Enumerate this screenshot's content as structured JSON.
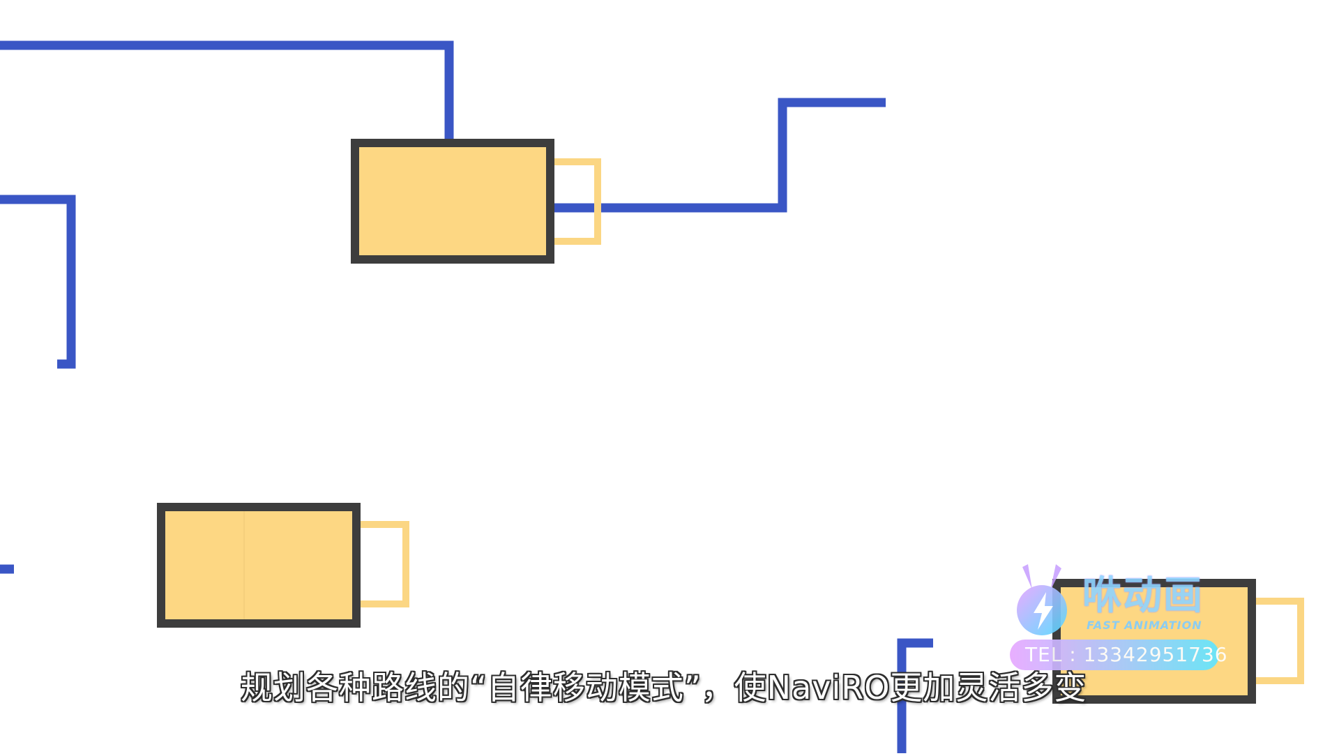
{
  "subtitle": "规划各种路线的“自律移动模式”，使NaviRO更加灵活多变",
  "watermark": {
    "brand": "咻动画",
    "brand_en": "FAST ANIMATION",
    "tel": "TEL : 13342951736"
  },
  "colors": {
    "background": "#ffffff",
    "path_line": "#3a56c5",
    "battery_fill": "#fdd783",
    "battery_border": "#3d3d3d",
    "battery_terminal": "#fbd683",
    "watermark_accent": "#5fe6ff"
  },
  "icons": {
    "watermark_logo": "lightning-bolt-icon"
  }
}
